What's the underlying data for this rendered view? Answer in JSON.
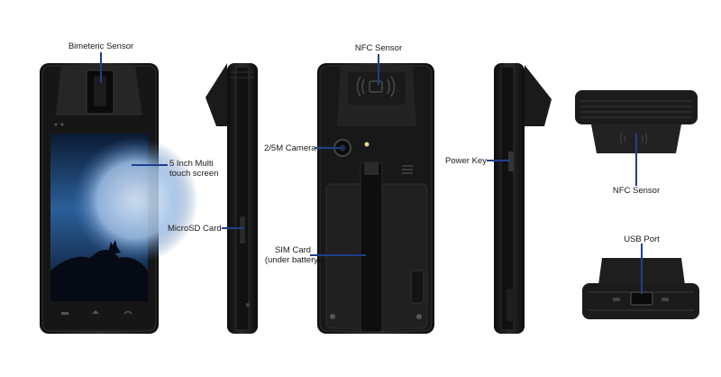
{
  "labels": {
    "biometric_sensor": "Bimeteric Sensor",
    "nfc_sensor_top": "NFC Sensor",
    "touch_screen_line1": "5 Inch Multi",
    "touch_screen_line2": "touch screen",
    "camera": "2/5M Camera",
    "power_key": "Power Key",
    "nfc_sensor_side": "NFC Sensor",
    "microsd_card": "MicroSD Card",
    "sim_card_line1": "SIM Card",
    "sim_card_line2": "(under battery)",
    "usb_port": "USB Port"
  },
  "colors": {
    "leader_line": "#1f3f8a",
    "device_body": "#1b1b1b",
    "screen_sky": "#2b5f9a"
  },
  "icons": {
    "nfc_symbol": "nfc-waves-icon",
    "screen_buttons": [
      "menu-icon",
      "home-icon",
      "back-icon"
    ]
  }
}
